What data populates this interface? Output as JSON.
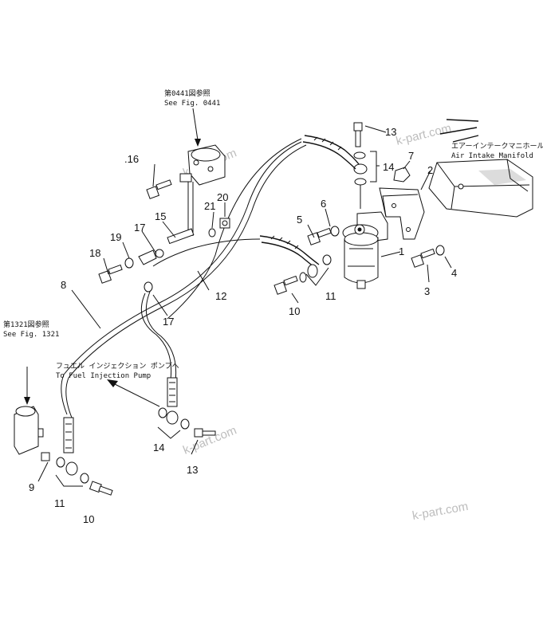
{
  "callouts": [
    {
      "id": "c1",
      "text": "1"
    },
    {
      "id": "c2",
      "text": "2"
    },
    {
      "id": "c3",
      "text": "3"
    },
    {
      "id": "c4",
      "text": "4"
    },
    {
      "id": "c5",
      "text": "5"
    },
    {
      "id": "c6",
      "text": "6"
    },
    {
      "id": "c7",
      "text": "7"
    },
    {
      "id": "c8",
      "text": "8"
    },
    {
      "id": "c9",
      "text": "9"
    },
    {
      "id": "c10a",
      "text": "10"
    },
    {
      "id": "c10b",
      "text": "10"
    },
    {
      "id": "c11a",
      "text": "11"
    },
    {
      "id": "c11b",
      "text": "11"
    },
    {
      "id": "c12",
      "text": "12"
    },
    {
      "id": "c13a",
      "text": "13"
    },
    {
      "id": "c13b",
      "text": "13"
    },
    {
      "id": "c14a",
      "text": "14"
    },
    {
      "id": "c14b",
      "text": "14"
    },
    {
      "id": "c15",
      "text": "15"
    },
    {
      "id": "c16",
      "text": ".16"
    },
    {
      "id": "c17a",
      "text": "17"
    },
    {
      "id": "c17b",
      "text": "17"
    },
    {
      "id": "c18",
      "text": "18"
    },
    {
      "id": "c19",
      "text": "19"
    },
    {
      "id": "c20",
      "text": "20"
    },
    {
      "id": "c21",
      "text": "21"
    }
  ],
  "notes": {
    "fig0441_jp": "第0441図参照",
    "fig0441_en": "See Fig. 0441",
    "fig1321_jp": "第1321図参照",
    "fig1321_en": "See Fig. 1321",
    "pump_jp": "フュエル インジェクション ポンプへ",
    "pump_en": "To Fuel Injection Pump",
    "manifold_jp": "エアーインテークマニホールド",
    "manifold_en": "Air Intake Manifold"
  },
  "watermark": "k-part.com"
}
